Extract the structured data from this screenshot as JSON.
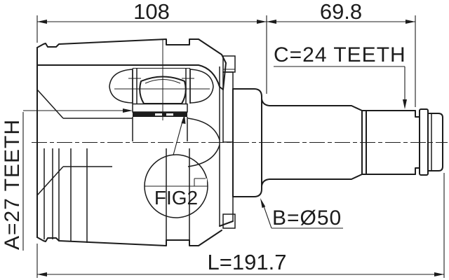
{
  "drawing": {
    "dimensions": {
      "housing_width": "108",
      "shaft_length": "69.8",
      "overall_length": "L=191.7"
    },
    "labels": {
      "inner_spline": "A=27 TEETH",
      "outer_spline": "C=24 TEETH",
      "boot_groove_diameter": "B=Ø50",
      "detail_figure": "FIG2"
    },
    "colors": {
      "line": "#1c1c1c",
      "background": "#ffffff"
    }
  }
}
